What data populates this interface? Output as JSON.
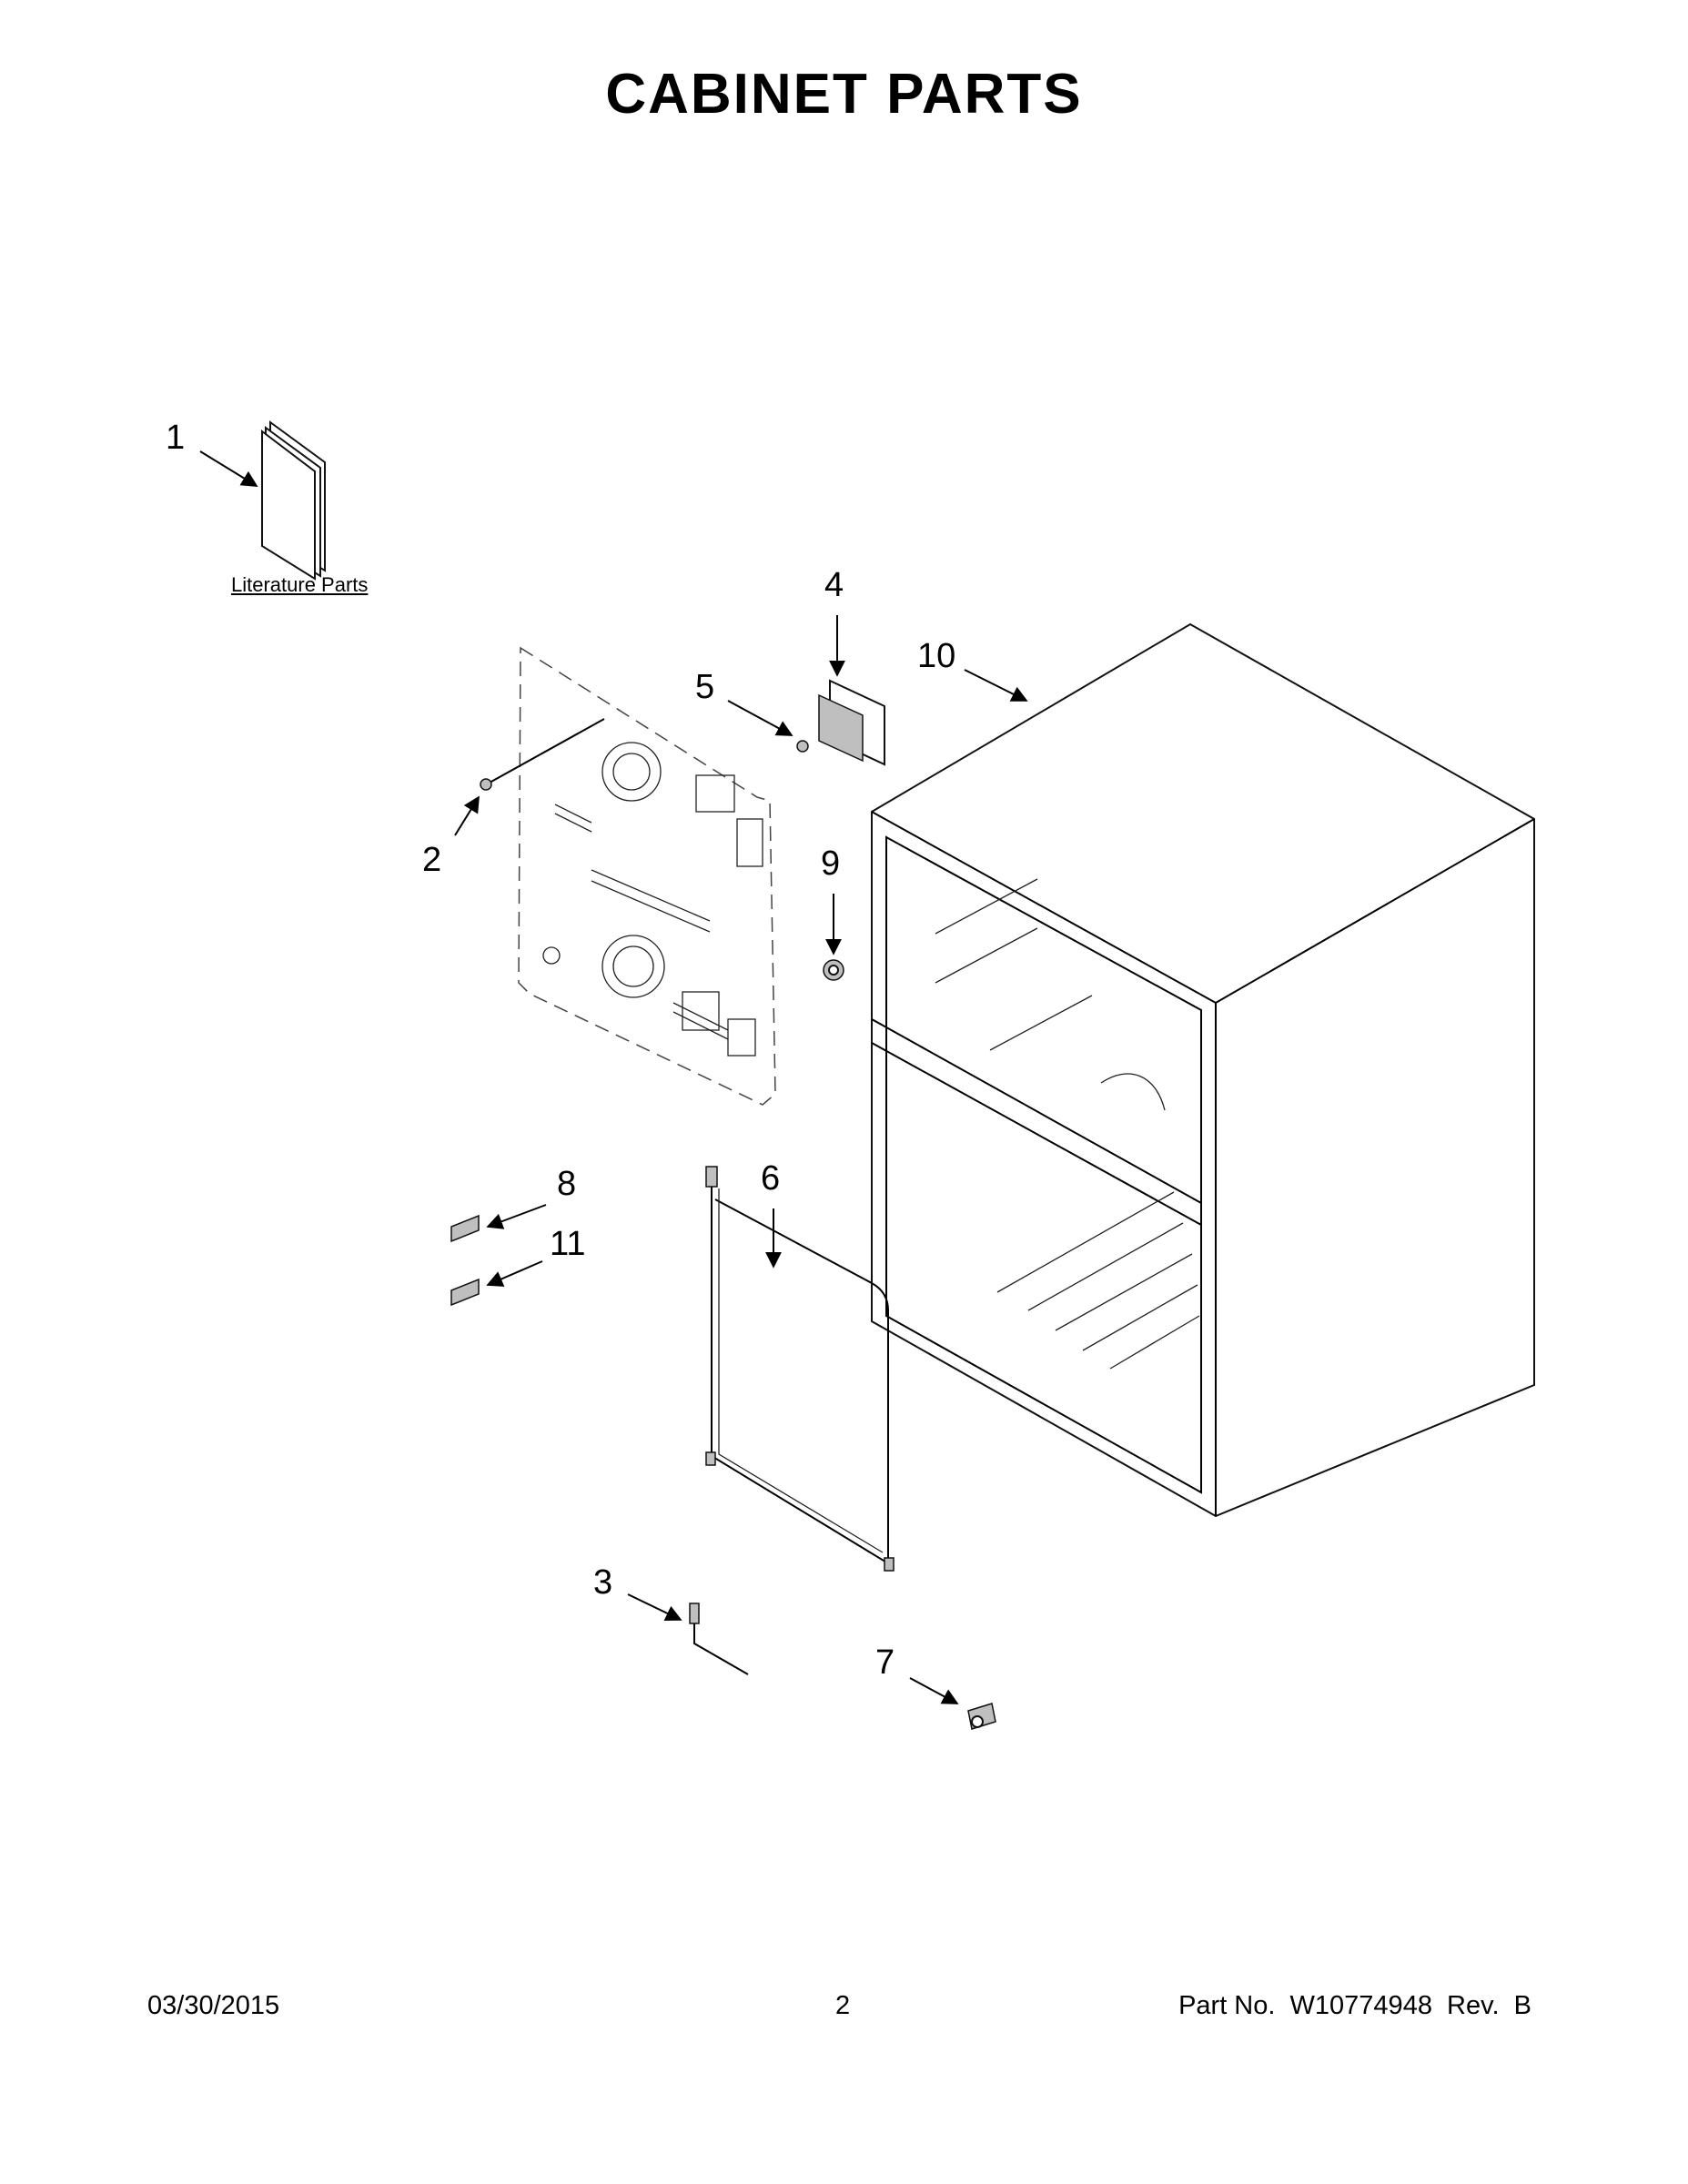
{
  "title": "CABINET PARTS",
  "callouts": [
    "1",
    "2",
    "3",
    "4",
    "5",
    "6",
    "7",
    "8",
    "9",
    "10",
    "11"
  ],
  "literature_link": "Literature Parts",
  "footer": {
    "date": "03/30/2015",
    "page": "2",
    "part_number": "Part No.  W10774948  Rev.  B"
  }
}
